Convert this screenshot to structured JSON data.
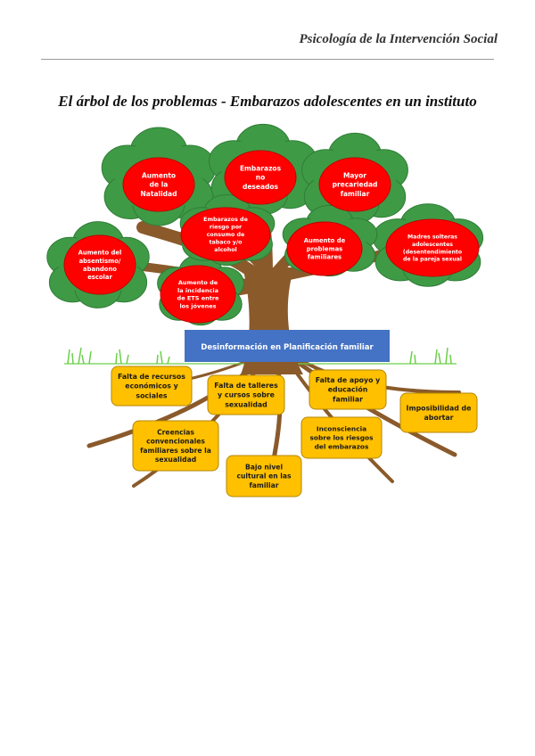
{
  "header": {
    "title": "Psicología de la Intervención Social"
  },
  "document": {
    "title": "El árbol de los problemas - Embarazos adolescentes en un instituto"
  },
  "tree": {
    "central_problem": "Desinformación en Planificación familiar",
    "effects": [
      [
        "Aumento",
        "de la",
        "Natalidad"
      ],
      [
        "Embarazos",
        "no",
        "deseados"
      ],
      [
        "Mayor",
        "precariedad",
        "familiar"
      ],
      [
        "Aumento del",
        "absentismo/",
        "abandono",
        "escolar"
      ],
      [
        "Embarazos de",
        "riesgo por",
        "consumo de",
        "tabaco y/o",
        "alcohol"
      ],
      [
        "Aumento de",
        "problemas",
        "familiares"
      ],
      [
        "Madres solteras",
        "adolescentes",
        "(desentendimiento",
        "de la pareja sexual"
      ],
      [
        "Aumento de",
        "la incidencia",
        "de ETS entre",
        "los jóvenes"
      ]
    ],
    "causes": [
      [
        "Falta de recursos",
        "económicos y",
        "sociales"
      ],
      [
        "Falta de talleres",
        "y cursos sobre",
        "sexualidad"
      ],
      [
        "Falta de apoyo y",
        "educación",
        "familiar"
      ],
      [
        "Imposibilidad de",
        "abortar"
      ],
      [
        "Creencias",
        "convencionales",
        "familiares sobre la",
        "sexualidad"
      ],
      [
        "Inconsciencia",
        "sobre los riesgos",
        "del embarazos"
      ],
      [
        "Bajo nivel",
        "cultural en las",
        "familiar"
      ]
    ]
  },
  "colors": {
    "trunk": "#8a5a2b",
    "foliage": "#3f9a45",
    "foliage_dark": "#2f7d36",
    "effect_fill": "#ff0000",
    "cause_fill": "#ffc000",
    "central_fill": "#4472c4",
    "grass": "#6ccf4a"
  }
}
